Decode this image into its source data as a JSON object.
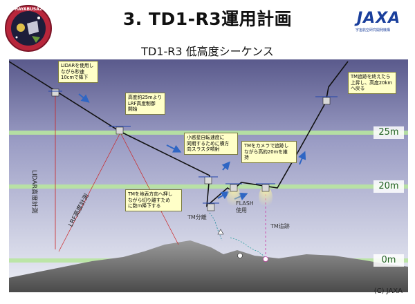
{
  "header": {
    "title": "3. TD1-R3運用計画",
    "subtitle": "TD1-R3 低高度シーケンス",
    "mission_logo_text": "HAYABUSA2",
    "agency_logo": "JAXA",
    "agency_logo_subtext": "宇宙航空研究開発機構"
  },
  "altitudes": [
    {
      "label": "25m"
    },
    {
      "label": "20m"
    },
    {
      "label": "0m"
    }
  ],
  "callouts": {
    "lidar_descent": "LIDARを使用し\nながら秒速\n10cmで降下",
    "lrf_control": "高度約25mより\nLRF高度制御\n開始",
    "thrust_sync": "小惑星自転速度に\n同期するために横方\n向スラスタ噴射",
    "camera_track": "TMをカメラで追跡し\nながら高約20mを維\n持",
    "tm_push": "TMを地表方向へ押し\nながら切り離すため\nに数m降下する",
    "ascent": "TM追跡を終えたら\n上昇し、高度20km\nへ戻る"
  },
  "labels": {
    "lidar_measure": "LIDAR高度計測",
    "lrf_measure": "LRF高度計測",
    "tm_separation": "TM分離",
    "flash_use": "FLASH\n使用",
    "tm_tracking": "TM追跡"
  },
  "colors": {
    "sky_top": "#5a5a8c",
    "sky_bottom": "#eef0f6",
    "altitude_band": "#b8e6a0",
    "altitude_text": "#1f5f20",
    "trajectory": "#111111",
    "lidar_beam": "#cc2222",
    "arrow": "#2f66c4",
    "callout_bg": "#ffffc8",
    "ground": "#6d6d6d"
  },
  "copyright": "(C) JAXA"
}
